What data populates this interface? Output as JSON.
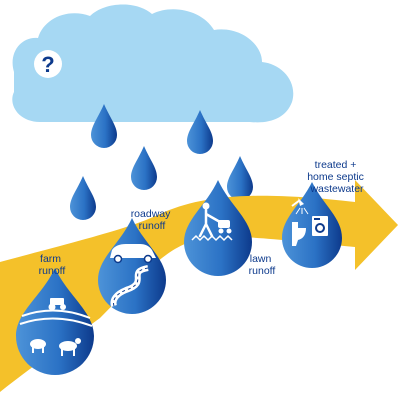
{
  "cloud": {
    "symbol": "?"
  },
  "labels": {
    "farm": [
      "farm",
      "runoff"
    ],
    "roadway": [
      "roadway",
      "runoff"
    ],
    "lawn": [
      "lawn",
      "runoff"
    ],
    "treated": [
      "treated +",
      "home septic",
      "wastewater"
    ]
  },
  "colors": {
    "cloud": "#a6d8f3",
    "drop_light": "#2b72c5",
    "drop_dark": "#0d3a8c",
    "stream": "#f4c12a",
    "text": "#0d3a8c"
  },
  "icons": [
    "question-mark-icon",
    "farm-scene-icon",
    "car-road-icon",
    "lawn-mower-person-icon",
    "washer-toilet-shower-icon"
  ]
}
